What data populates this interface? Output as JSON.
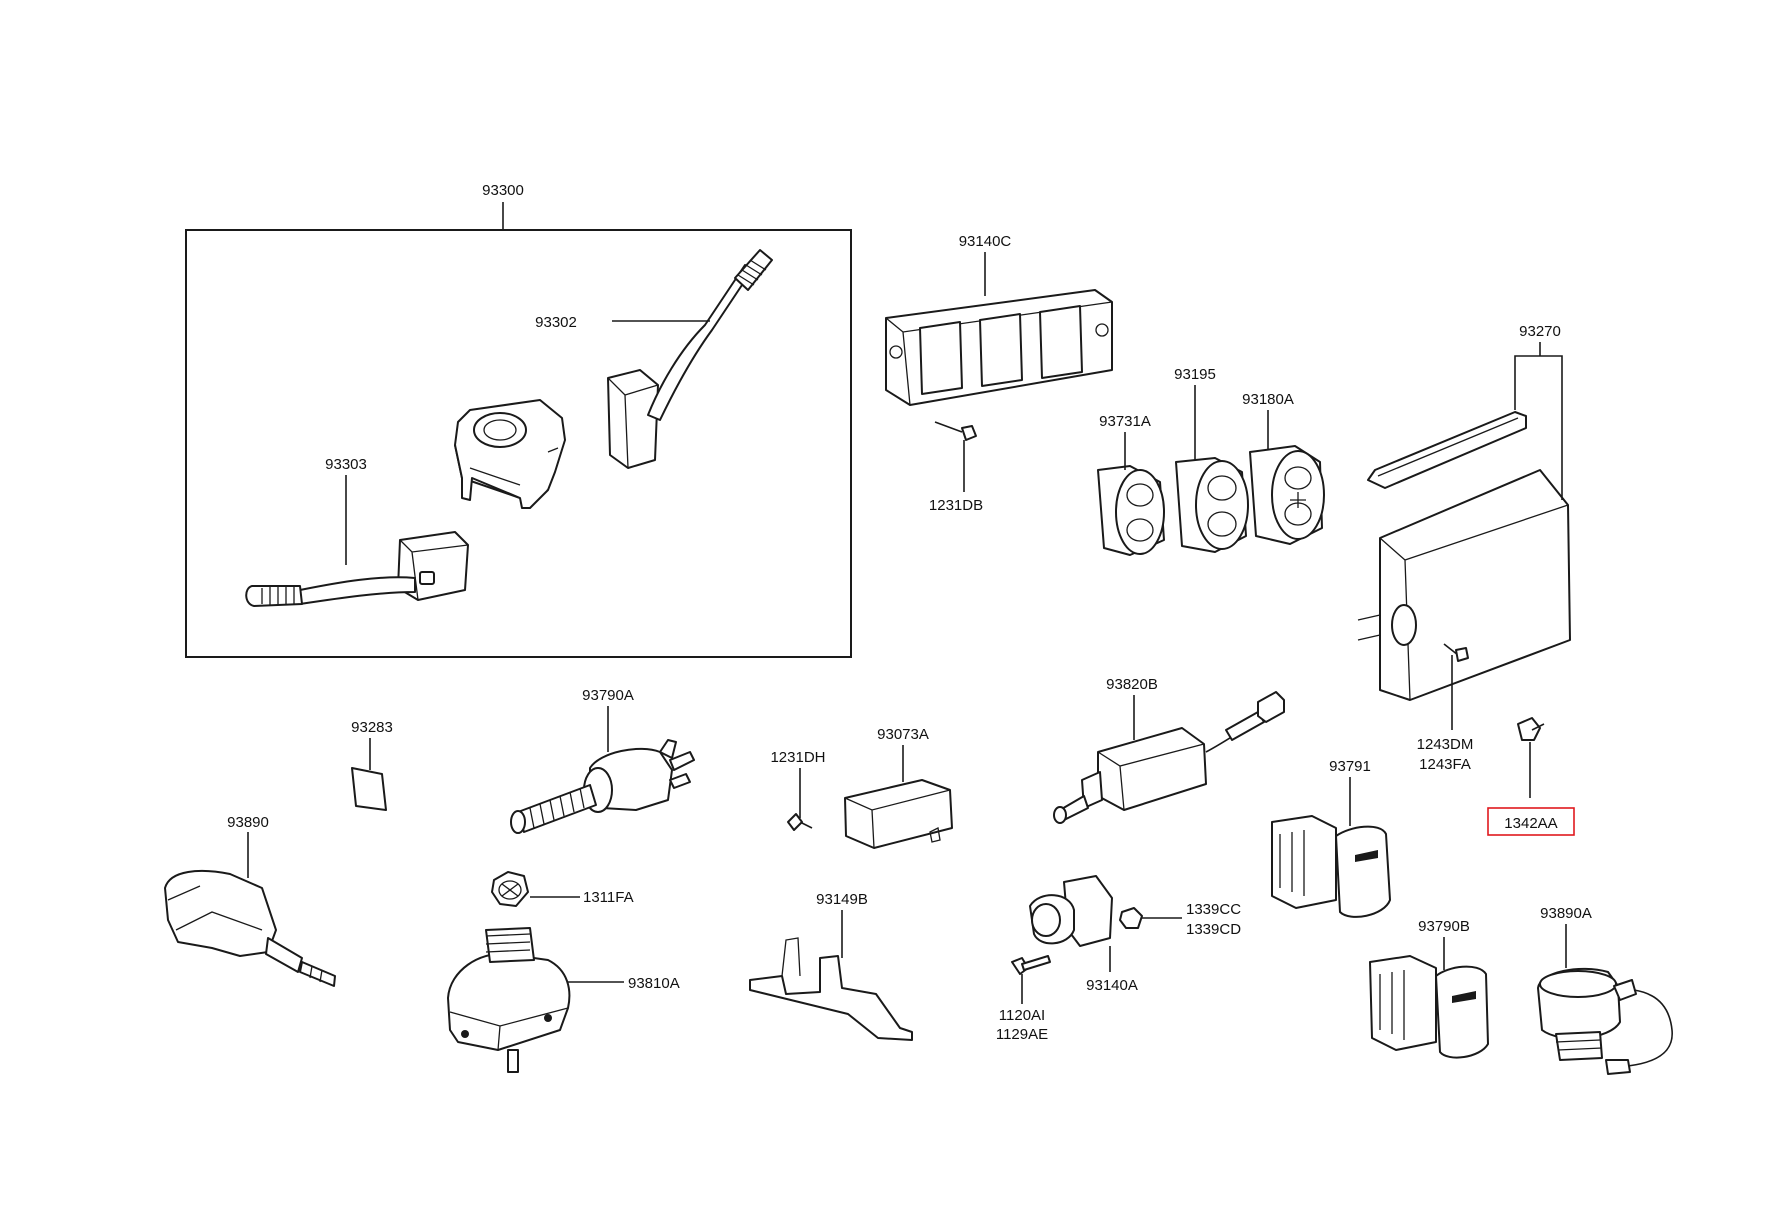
{
  "diagram": {
    "highlight_color": "#e0191e",
    "labels": {
      "p93300": "93300",
      "p93302": "93302",
      "p93303": "93303",
      "p93140C": "93140C",
      "p1231DB": "1231DB",
      "p93731A": "93731A",
      "p93195": "93195",
      "p93180A": "93180A",
      "p93270": "93270",
      "p1243DM": "1243DM",
      "p1243FA": "1243FA",
      "p1342AA": "1342AA",
      "p93283": "93283",
      "p93790A": "93790A",
      "p1231DH": "1231DH",
      "p93073A": "93073A",
      "p93820B": "93820B",
      "p93791": "93791",
      "p93890": "93890",
      "p1311FA": "1311FA",
      "p93810A": "93810A",
      "p93149B": "93149B",
      "p1339CC": "1339CC",
      "p1339CD": "1339CD",
      "p93140A": "93140A",
      "p1120AI": "1120AI",
      "p1129AE": "1129AE",
      "p93790B": "93790B",
      "p93890A": "93890A"
    }
  }
}
